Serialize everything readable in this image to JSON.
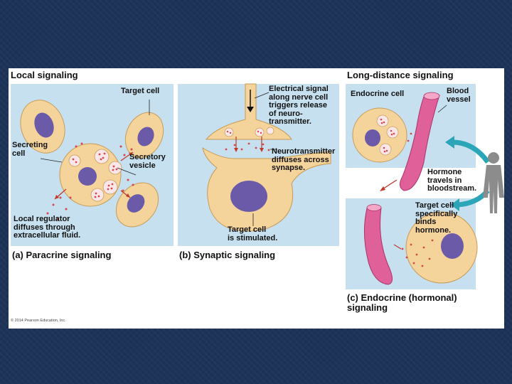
{
  "local": {
    "heading": "Local signaling",
    "paracrine": {
      "target_cell": "Target cell",
      "secreting_cell": "Secreting\ncell",
      "secretory_vesicle": "Secretory\nvesicle",
      "local_regulator": "Local regulator\ndiffuses through\nextracellular fluid.",
      "caption": "(a) Paracrine signaling"
    },
    "synaptic": {
      "electrical_signal": "Electrical signal\nalong nerve cell\ntriggers release\nof neuro-\ntransmitter.",
      "neurotransmitter": "Neurotransmitter\ndiffuses across\nsynapse.",
      "target_cell": "Target cell\nis stimulated.",
      "caption": "(b) Synaptic signaling"
    }
  },
  "long_distance": {
    "heading": "Long-distance signaling",
    "endocrine_cell": "Endocrine cell",
    "blood_vessel": "Blood\nvessel",
    "hormone_travels": "Hormone\ntravels in\nbloodstream.",
    "target_cell": "Target cell\nspecifically\nbinds\nhormone.",
    "caption": "(c) Endocrine (hormonal)\n     signaling"
  },
  "copyright": "© 2014 Pearson Education, Inc.",
  "colors": {
    "slide_background": "#1d3358",
    "panel_background": "#c6e0ef",
    "cell_fill": "#f5d49b",
    "nucleus_fill": "#6b5aa8",
    "blood_vessel": "#e0609a",
    "arrow_teal": "#2aa6b8",
    "signal_dots": "#d84848"
  }
}
